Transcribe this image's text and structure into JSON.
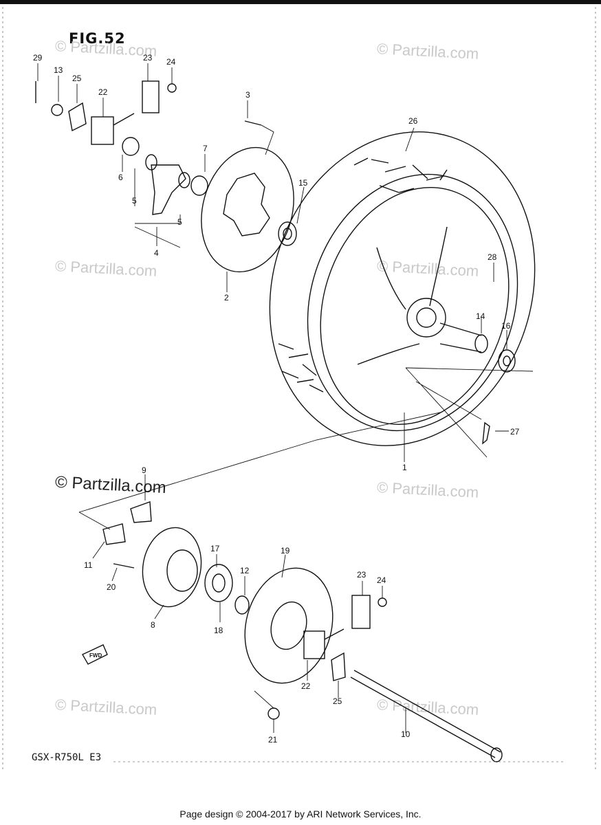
{
  "figure_title": "FIG.52",
  "model_label": "GSX-R750L  E3",
  "footer_text": "Page design © 2004-2017 by ARI Network Services, Inc.",
  "watermark_text": "© Partzilla.com",
  "fwd_label": "FWD",
  "callouts": [
    "29",
    "13",
    "25",
    "22",
    "23",
    "24",
    "3",
    "7",
    "6",
    "5",
    "5",
    "4",
    "2",
    "15",
    "26",
    "28",
    "14",
    "16",
    "27",
    "1",
    "9",
    "11",
    "20",
    "8",
    "17",
    "18",
    "12",
    "19",
    "23",
    "24",
    "22",
    "25",
    "10",
    "21"
  ]
}
